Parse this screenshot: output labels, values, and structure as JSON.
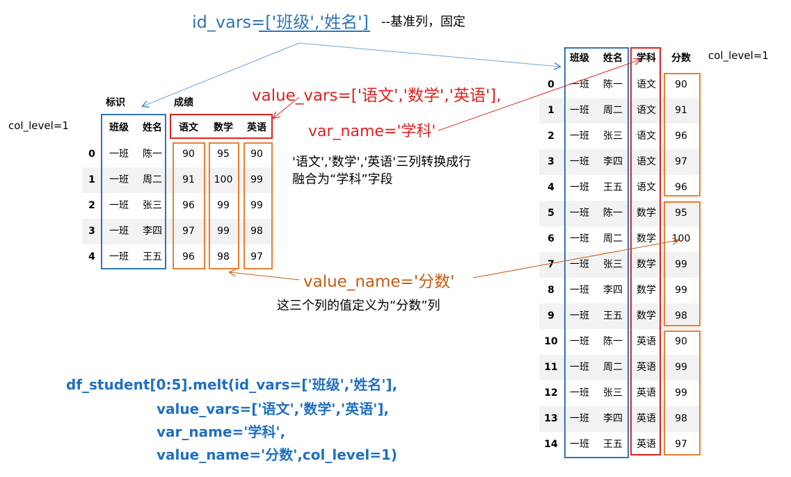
{
  "annotations": {
    "id_vars": "id_vars=['班级','姓名']",
    "id_vars_note": "--基准列，固定",
    "value_vars": "value_vars=['语文','数学','英语'],",
    "var_name": "var_name='学科'",
    "convert_note_line1": "'语文','数学','英语'三列转换成行",
    "convert_note_line2": "融合为“学科”字段",
    "value_name": "value_name='分数'",
    "value_note": "这三个列的值定义为“分数”列",
    "col_level_left": "col_level=1",
    "col_level_right": "col_level=1"
  },
  "code": {
    "line1": "df_student[0:5].melt(id_vars=['班级','姓名'],",
    "line2": "value_vars=['语文','数学','英语'],",
    "line3": "var_name='学科',",
    "line4": "value_name='分数',col_level=1)"
  },
  "wide_table": {
    "group_headers": [
      "标识",
      "成绩"
    ],
    "columns": [
      "班级",
      "姓名",
      "语文",
      "数学",
      "英语"
    ],
    "rows": [
      {
        "idx": "0",
        "cells": [
          "一班",
          "陈一",
          "90",
          "95",
          "90"
        ]
      },
      {
        "idx": "1",
        "cells": [
          "一班",
          "周二",
          "91",
          "100",
          "99"
        ]
      },
      {
        "idx": "2",
        "cells": [
          "一班",
          "张三",
          "96",
          "99",
          "99"
        ]
      },
      {
        "idx": "3",
        "cells": [
          "一班",
          "李四",
          "97",
          "99",
          "98"
        ]
      },
      {
        "idx": "4",
        "cells": [
          "一班",
          "王五",
          "96",
          "98",
          "97"
        ]
      }
    ]
  },
  "long_table": {
    "columns": [
      "班级",
      "姓名",
      "学科",
      "分数"
    ],
    "rows": [
      {
        "idx": "0",
        "cells": [
          "一班",
          "陈一",
          "语文",
          "90"
        ]
      },
      {
        "idx": "1",
        "cells": [
          "一班",
          "周二",
          "语文",
          "91"
        ]
      },
      {
        "idx": "2",
        "cells": [
          "一班",
          "张三",
          "语文",
          "96"
        ]
      },
      {
        "idx": "3",
        "cells": [
          "一班",
          "李四",
          "语文",
          "97"
        ]
      },
      {
        "idx": "4",
        "cells": [
          "一班",
          "王五",
          "语文",
          "96"
        ]
      },
      {
        "idx": "5",
        "cells": [
          "一班",
          "陈一",
          "数学",
          "95"
        ]
      },
      {
        "idx": "6",
        "cells": [
          "一班",
          "周二",
          "数学",
          "100"
        ]
      },
      {
        "idx": "7",
        "cells": [
          "一班",
          "张三",
          "数学",
          "99"
        ]
      },
      {
        "idx": "8",
        "cells": [
          "一班",
          "李四",
          "数学",
          "99"
        ]
      },
      {
        "idx": "9",
        "cells": [
          "一班",
          "王五",
          "数学",
          "98"
        ]
      },
      {
        "idx": "10",
        "cells": [
          "一班",
          "陈一",
          "英语",
          "90"
        ]
      },
      {
        "idx": "11",
        "cells": [
          "一班",
          "周二",
          "英语",
          "99"
        ]
      },
      {
        "idx": "12",
        "cells": [
          "一班",
          "张三",
          "英语",
          "99"
        ]
      },
      {
        "idx": "13",
        "cells": [
          "一班",
          "李四",
          "英语",
          "98"
        ]
      },
      {
        "idx": "14",
        "cells": [
          "一班",
          "王五",
          "英语",
          "97"
        ]
      }
    ]
  },
  "colors": {
    "id_blue": "#2e75b6",
    "var_red": "#e02020",
    "value_orange": "#ed7d31",
    "code_blue": "#1f6fc0"
  }
}
